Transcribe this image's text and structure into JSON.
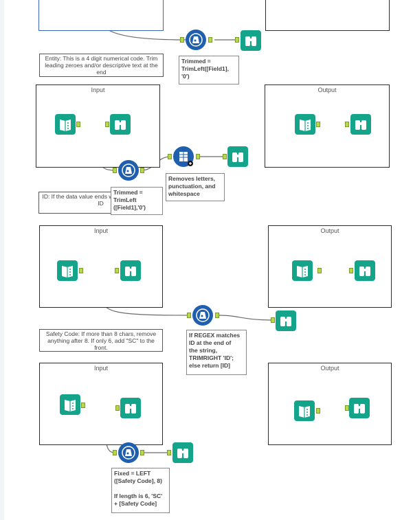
{
  "containers": {
    "input_label": "Input",
    "output_label": "Output"
  },
  "comments": {
    "entity": "Entity: This is a 4 digit numerical code. Trim leading zeroes and/or descriptive text at the end",
    "id": "ID: If the data value ends with ID, remove the ID",
    "safety": "Safety Code: If more than 8 chars, remove anything after 8. If only 6, add \"SC\" to the front."
  },
  "notes": {
    "trimmed_top": "Trimmed =\nTrimLeft([Field1],\n'0')",
    "trimmed_id": "Trimmed =\nTrimLeft\n([Field1],'0')",
    "cleanse": "Removes letters,\npunctuation, and\nwhitespace",
    "regex": "If REGEX matches\nID at the end of\nthe string,\nTRIMRIGHT 'ID';\nelse return [ID]",
    "fixed": "Fixed = LEFT\n([Safety Code], 8)\n\nIf length is 6, 'SC'\n+ [Safety Code]"
  },
  "icons": [
    "input-data-icon",
    "browse-icon",
    "formula-icon",
    "data-cleansing-icon"
  ],
  "colors": {
    "tool_green": "#13a48a",
    "formula_blue": "#1f5fae",
    "anchor_green": "#b7d84a"
  }
}
